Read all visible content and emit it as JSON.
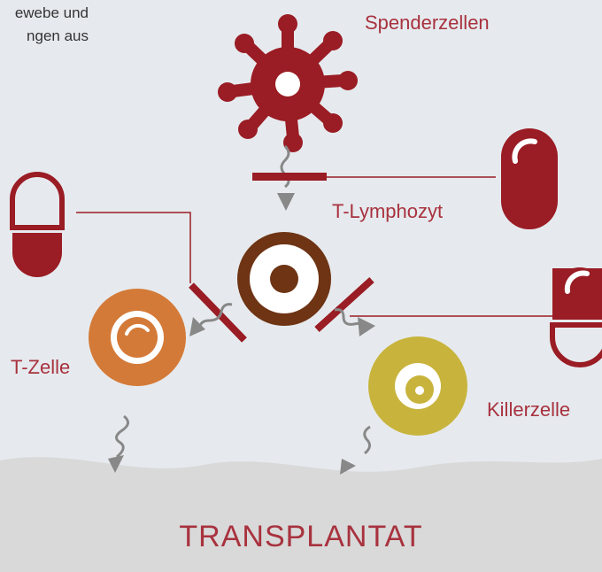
{
  "intro_text": "ewebe und\nngen aus",
  "labels": {
    "donor": "Spenderzellen",
    "t_lymph": "T-Lymphozyt",
    "t_cell": "T-Zelle",
    "killer": "Killerzelle",
    "transplant": "TRANSPLANTAT"
  },
  "colors": {
    "background": "#e6eaee",
    "ground": "#d9d9d9",
    "donor_cell": "#9a1c24",
    "t_lymphocyte": "#6e3414",
    "t_cell": "#d47a38",
    "killer_cell": "#c8b43c",
    "blocker": "#9a1c24",
    "arrow": "#888888",
    "label_text": "#a8323e"
  },
  "icons": [
    "donor-cell-icon",
    "t-lymphocyte-icon",
    "t-cell-icon",
    "killer-cell-icon",
    "capsule-icon",
    "wavy-arrow-icon",
    "blocker-bar-icon"
  ]
}
